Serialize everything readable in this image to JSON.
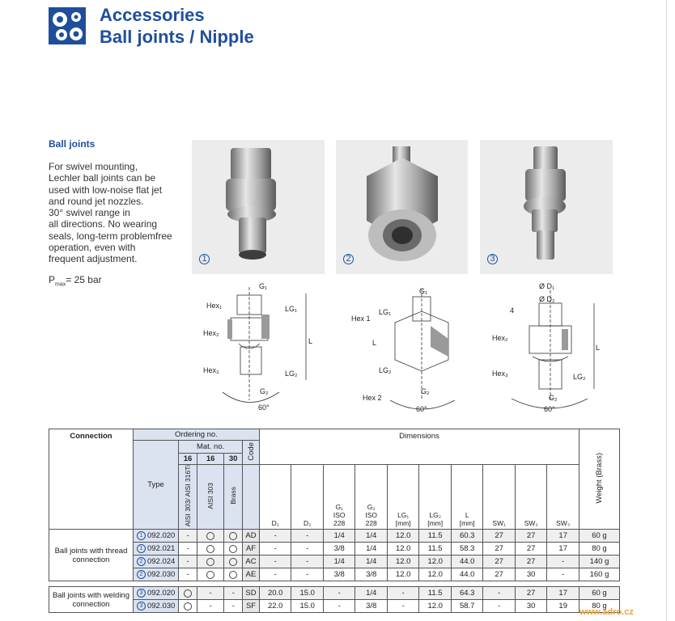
{
  "header": {
    "title_line1": "Accessories",
    "title_line2": "Ball joints / Nipple"
  },
  "section": {
    "heading": "Ball joints",
    "intro_lines": [
      "For swivel mounting,",
      "Lechler ball joints can be",
      "used with low-noise flat jet",
      "and round jet nozzles.",
      "30° swivel range in",
      "all directions. No wearing",
      "seals, long-term problemfree",
      "operation, even with",
      "frequent adjustment."
    ],
    "pmax_label": "P",
    "pmax_sub": "max",
    "pmax_value": "= 25 bar"
  },
  "photos": [
    {
      "num": "1"
    },
    {
      "num": "2"
    },
    {
      "num": "3"
    }
  ],
  "drawings": {
    "d1": {
      "g1": "G₁",
      "hex1": "Hex₁",
      "hex2": "Hex₂",
      "hex3": "Hex₃",
      "lg1": "LG₁",
      "lg2": "LG₂",
      "l": "L",
      "g2": "G₂",
      "angle": "60°"
    },
    "d2": {
      "g1": "G₁",
      "hex1": "Hex 1",
      "hex2": "Hex 2",
      "lg1": "LG₁",
      "lg2": "LG₂",
      "l": "L",
      "g2": "G₂",
      "angle": "60°"
    },
    "d3": {
      "d1": "Ø D₁",
      "d2": "Ø D₂",
      "four": "4",
      "hex2": "Hex₂",
      "hex3": "Hex₃",
      "l": "L",
      "lg2": "LG₂",
      "g2": "G₂",
      "angle": "60°"
    }
  },
  "table": {
    "connection": "Connection",
    "ordering_no": "Ordering no.",
    "mat_no": "Mat. no.",
    "type": "Type",
    "code": "Code",
    "dimensions": "Dimensions",
    "weight": "Weight (Brass)",
    "mat_cols": [
      {
        "num": "16",
        "name": "AISI 303/ AISI 316Ti"
      },
      {
        "num": "16",
        "name": "AISI 303"
      },
      {
        "num": "30",
        "name": "Brass"
      }
    ],
    "dim_cols": [
      {
        "l1": "D₁"
      },
      {
        "l1": "D₂"
      },
      {
        "l1": "G₁",
        "l2": "ISO",
        "l3": "228"
      },
      {
        "l1": "G₂",
        "l2": "ISO",
        "l3": "228"
      },
      {
        "l1": "LG₁",
        "l2": "[mm]"
      },
      {
        "l1": "LG₂",
        "l2": "[mm]"
      },
      {
        "l1": "L",
        "l2": "[mm]"
      },
      {
        "l1": "SW₁"
      },
      {
        "l1": "SW₂"
      },
      {
        "l1": "SW₃"
      }
    ],
    "groups": [
      {
        "connection": "Ball joints with thread connection",
        "rows": [
          {
            "num": "1",
            "type": "092.020",
            "m": [
              "-",
              "o",
              "o"
            ],
            "code": "AD",
            "d": [
              "-",
              "-",
              "1/4",
              "1/4",
              "12.0",
              "11.5",
              "60.3",
              "27",
              "27",
              "17"
            ],
            "weight": "60 g"
          },
          {
            "num": "1",
            "type": "092.021",
            "m": [
              "-",
              "o",
              "o"
            ],
            "code": "AF",
            "d": [
              "-",
              "-",
              "3/8",
              "1/4",
              "12.0",
              "11.5",
              "58.3",
              "27",
              "27",
              "17"
            ],
            "weight": "80 g"
          },
          {
            "num": "2",
            "type": "092.024",
            "m": [
              "-",
              "o",
              "o"
            ],
            "code": "AC",
            "d": [
              "-",
              "-",
              "1/4",
              "1/4",
              "12.0",
              "12.0",
              "44.0",
              "27",
              "27",
              "-"
            ],
            "weight": "140 g"
          },
          {
            "num": "2",
            "type": "092.030",
            "m": [
              "-",
              "o",
              "o"
            ],
            "code": "AE",
            "d": [
              "-",
              "-",
              "3/8",
              "3/8",
              "12.0",
              "12.0",
              "44.0",
              "27",
              "30",
              "-"
            ],
            "weight": "160 g"
          }
        ]
      },
      {
        "connection": "Ball joints with welding connection",
        "rows": [
          {
            "num": "3",
            "type": "092.020",
            "m": [
              "o",
              "-",
              "-"
            ],
            "code": "SD",
            "d": [
              "20.0",
              "15.0",
              "-",
              "1/4",
              "-",
              "11.5",
              "64.3",
              "-",
              "27",
              "17"
            ],
            "weight": "60 g"
          },
          {
            "num": "3",
            "type": "092.030",
            "m": [
              "o",
              "-",
              "-"
            ],
            "code": "SF",
            "d": [
              "22.0",
              "15.0",
              "-",
              "3/8",
              "-",
              "12.0",
              "58.7",
              "-",
              "30",
              "19"
            ],
            "weight": "80 g"
          }
        ]
      }
    ]
  },
  "footer": {
    "url": "www.adro.cz"
  },
  "colors": {
    "brand": "#1f4e9c",
    "header_fill": "#dbe3f1",
    "footer": "#e8a33a"
  }
}
